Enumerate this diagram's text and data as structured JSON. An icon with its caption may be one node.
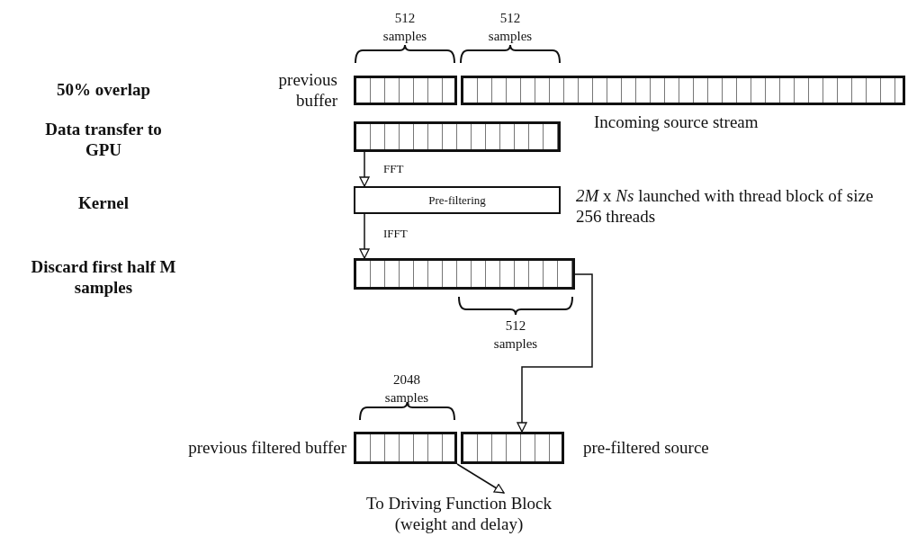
{
  "diagram": {
    "nodes": [
      {
        "text": [],
        "shape": "bar",
        "beside": [
          "previous buffer"
        ]
      },
      {
        "text": [],
        "shape": "bar",
        "beside": [
          "Incoming source stream"
        ]
      },
      {
        "text": [],
        "shape": "bar"
      },
      {
        "text": [
          "Pre-filtering"
        ],
        "beside": [
          "*2M* x *Ns* launched with thread block of size 256 threads"
        ]
      },
      {
        "text": [],
        "shape": "bar"
      },
      {
        "text": [],
        "shape": "bar",
        "beside": [
          "previous filtered buffer"
        ]
      },
      {
        "text": [],
        "shape": "bar",
        "beside": [
          "pre-filtered source"
        ]
      },
      {
        "text": [
          "To Driving Function Block (weight and delay)"
        ]
      }
    ],
    "edges": [
      {
        "from": 2,
        "to": 3,
        "arrow": "to",
        "label": "FFT"
      },
      {
        "from": 3,
        "to": 4,
        "arrow": "to",
        "label": "IFFT"
      },
      {
        "from": 4,
        "to": 6,
        "arrow": "to"
      },
      {
        "from": 5,
        "to": 7,
        "arrow": "to"
      }
    ],
    "labels": [
      "512 samples",
      "512 samples",
      "50% overlap",
      "Data transfer to GPU",
      "Kernel",
      "Discard first half M samples",
      "512 samples",
      "2048 samples"
    ]
  }
}
